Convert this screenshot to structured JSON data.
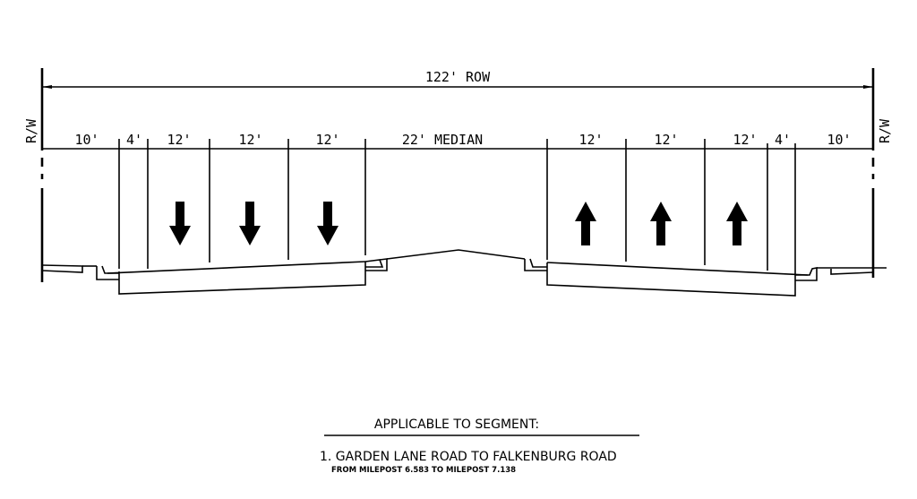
{
  "section": {
    "row_label": "122' ROW",
    "rw_label": "R/W",
    "left_dims": [
      "10'",
      "4'",
      "12'",
      "12'",
      "12'"
    ],
    "median_label": "22' MEDIAN",
    "right_dims": [
      "12'",
      "12'",
      "12'",
      "4'",
      "10'"
    ],
    "left_arrows": "down-arrow",
    "right_arrows": "up-arrow"
  },
  "notes": {
    "heading": "APPLICABLE TO SEGMENT:",
    "segment": "1. GARDEN LANE ROAD TO FALKENBURG ROAD",
    "milepost": "FROM MILEPOST 6.583 TO MILEPOST 7.138"
  }
}
